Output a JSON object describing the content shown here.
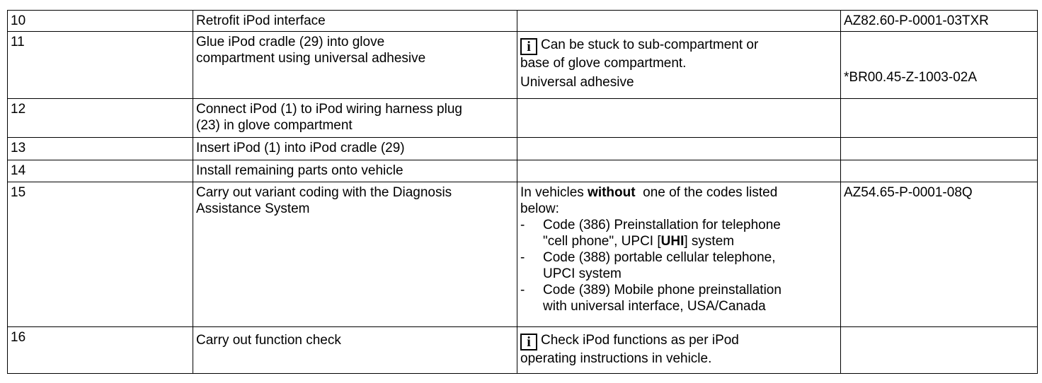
{
  "rows": [
    {
      "step": "10",
      "task": [
        "Retrofit iPod interface"
      ],
      "ref": "AZ82.60-P-0001-03TXR"
    },
    {
      "step": "11",
      "task": [
        "Glue iPod cradle (29) into glove",
        "compartment using universal adhesive"
      ],
      "note": [
        "Can be stuck to sub-compartment or",
        "base of glove compartment."
      ],
      "material": "Universal adhesive",
      "ref": "*BR00.45-Z-1003-02A"
    },
    {
      "step": "12",
      "task": [
        "Connect iPod (1) to iPod wiring harness plug",
        "(23) in glove compartment"
      ]
    },
    {
      "step": "13",
      "task": [
        "Insert iPod (1) into iPod cradle (29)"
      ]
    },
    {
      "step": "14",
      "task": [
        "Install remaining parts onto vehicle"
      ]
    },
    {
      "step": "15",
      "task": [
        "Carry out variant coding with the Diagnosis",
        "Assistance System"
      ],
      "intro": {
        "pre": "In vehicles ",
        "bold": "without",
        "post": "  one of the codes listed",
        "line2": "below:"
      },
      "bullets": [
        {
          "dash": "-",
          "l1": "Code (386) Preinstallation for telephone",
          "l2a": "\"cell phone\", UPCI [",
          "l2b": "UHI",
          "l2c": "] system"
        },
        {
          "dash": "-",
          "l1": "Code (388) portable cellular telephone,",
          "l2": "UPCI system"
        },
        {
          "dash": "-",
          "l1": "Code (389) Mobile phone preinstallation",
          "l2": "with universal interface, USA/Canada"
        }
      ],
      "ref": "AZ54.65-P-0001-08Q"
    },
    {
      "step": "16",
      "task": [
        "Carry out function check"
      ],
      "note": [
        "Check iPod functions as per iPod",
        "operating instructions in vehicle."
      ]
    }
  ],
  "icons": {
    "info": "i"
  }
}
